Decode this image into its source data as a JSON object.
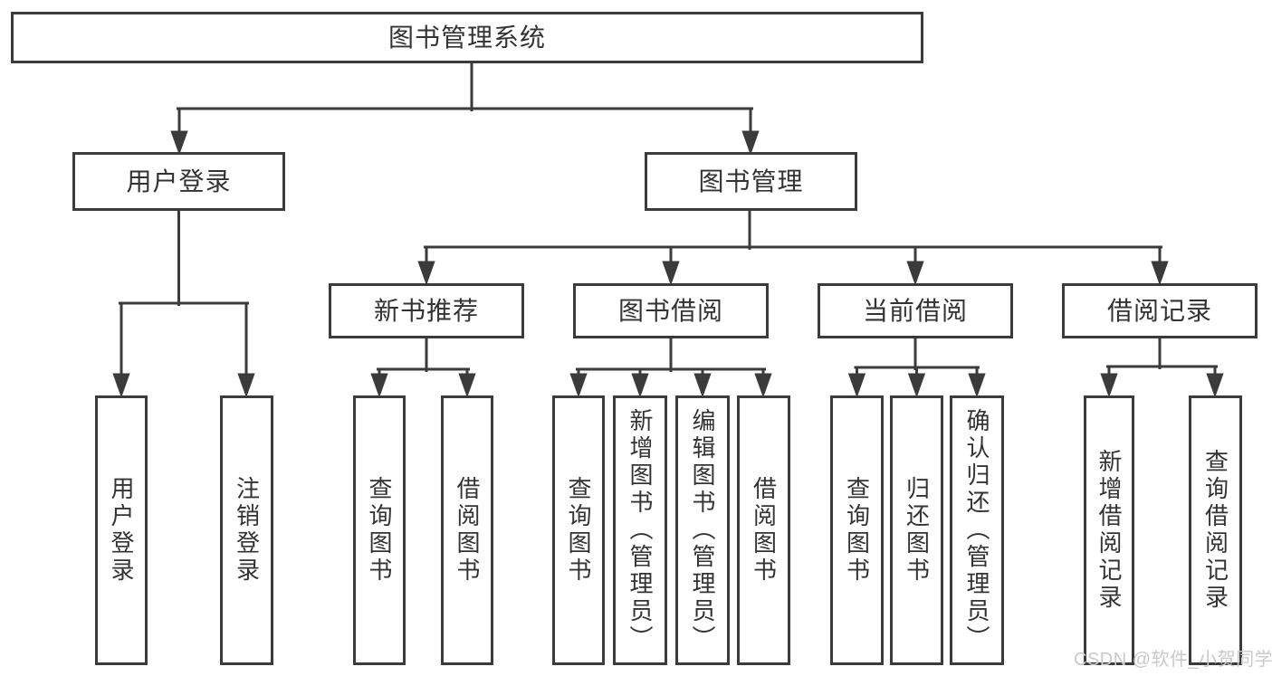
{
  "diagram": {
    "root": "图书管理系统",
    "branches": [
      {
        "label": "用户登录",
        "children": [
          {
            "label": "用户登录"
          },
          {
            "label": "注销登录"
          }
        ]
      },
      {
        "label": "图书管理",
        "children": [
          {
            "label": "新书推荐",
            "children": [
              {
                "label": "查询图书"
              },
              {
                "label": "借阅图书"
              }
            ]
          },
          {
            "label": "图书借阅",
            "children": [
              {
                "label": "查询图书"
              },
              {
                "label": "新增图书（管理员）"
              },
              {
                "label": "编辑图书（管理员）"
              },
              {
                "label": "借阅图书"
              }
            ]
          },
          {
            "label": "当前借阅",
            "children": [
              {
                "label": "查询图书"
              },
              {
                "label": "归还图书"
              },
              {
                "label": "确认归还（管理员）"
              }
            ]
          },
          {
            "label": "借阅记录",
            "children": [
              {
                "label": "新增借阅记录"
              },
              {
                "label": "查询借阅记录"
              }
            ]
          }
        ]
      }
    ]
  },
  "watermark": "CSDN @软件_小贺同学",
  "colors": {
    "line": "#3b3b3b",
    "text": "#333333",
    "background": "#ffffff",
    "watermark": "#c9c9c9"
  }
}
